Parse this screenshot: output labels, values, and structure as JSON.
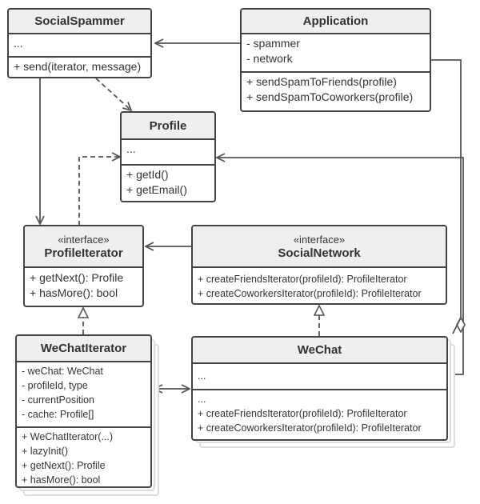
{
  "classes": {
    "social_spammer": {
      "name": "SocialSpammer",
      "fields": [
        "..."
      ],
      "methods": [
        "+ send(iterator, message)"
      ]
    },
    "application": {
      "name": "Application",
      "fields": [
        "- spammer",
        "- network"
      ],
      "methods": [
        "+ sendSpamToFriends(profile)",
        "+ sendSpamToCoworkers(profile)"
      ]
    },
    "profile": {
      "name": "Profile",
      "fields": [
        "..."
      ],
      "methods": [
        "+ getId()",
        "+ getEmail()"
      ]
    },
    "profile_iterator": {
      "stereotype": "«interface»",
      "name": "ProfileIterator",
      "methods": [
        "+ getNext(): Profile",
        "+ hasMore(): bool"
      ]
    },
    "social_network": {
      "stereotype": "«interface»",
      "name": "SocialNetwork",
      "methods": [
        "+ createFriendsIterator(profileId): ProfileIterator",
        "+ createCoworkersIterator(profileId): ProfileIterator"
      ]
    },
    "wechat_iterator": {
      "name": "WeChatIterator",
      "fields": [
        "- weChat: WeChat",
        "- profileId, type",
        "- currentPosition",
        "- cache: Profile[]"
      ],
      "methods": [
        "+ WeChatIterator(...)",
        "+  lazyInit()",
        "+ getNext(): Profile",
        "+ hasMore(): bool"
      ]
    },
    "wechat": {
      "name": "WeChat",
      "fields": [
        "..."
      ],
      "methods": [
        "...",
        "+ createFriendsIterator(profileId): ProfileIterator",
        "+ createCoworkersIterator(profileId): ProfileIterator"
      ]
    }
  },
  "colors": {
    "border": "#444444",
    "header_fill": "#efefef",
    "shadow": "#dcdcdc",
    "line": "#555555"
  }
}
